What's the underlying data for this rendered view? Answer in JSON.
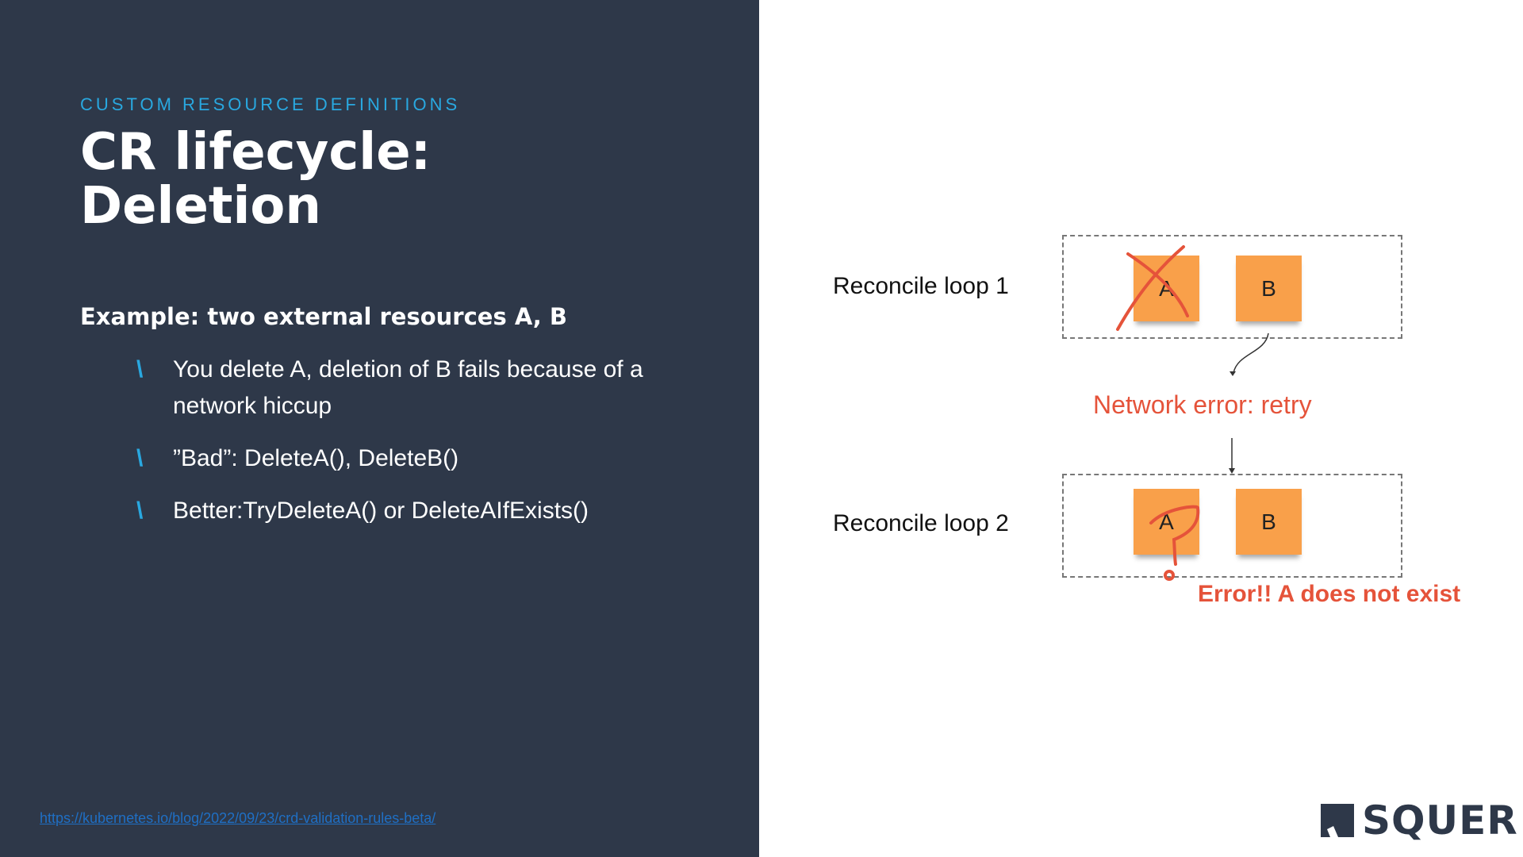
{
  "slide": {
    "section": "CUSTOM RESOURCE DEFINITIONS",
    "title_line1": "CR lifecycle:",
    "title_line2": "Deletion",
    "example_heading": "Example: two external resources A, B",
    "bullets": [
      {
        "marker": "\\",
        "text": "You delete A, deletion of B fails because of a network hiccup"
      },
      {
        "marker": "\\",
        "text": "”Bad”: DeleteA(), DeleteB()"
      },
      {
        "marker": "\\",
        "text": "Better:TryDeleteA() or DeleteAIfExists()"
      }
    ],
    "link": "https://kubernetes.io/blog/2022/09/23/crd-validation-rules-beta/"
  },
  "diagram": {
    "loop1_label": "Reconcile loop 1",
    "loop2_label": "Reconcile loop 2",
    "note_a": "A",
    "note_b": "B",
    "network_error": "Network error: retry",
    "error_message": "Error!! A does not exist"
  },
  "logo": {
    "text": "SQUER"
  },
  "colors": {
    "panel": "#2e3849",
    "accent": "#29a8e0",
    "error": "#e5533a",
    "sticky": "#f9a04a"
  }
}
